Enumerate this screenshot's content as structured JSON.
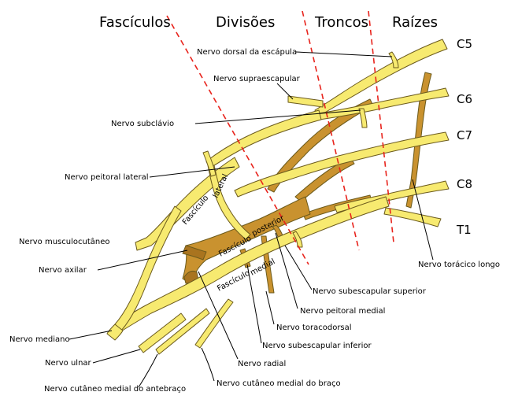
{
  "colors": {
    "nerve_yellow": "#f7ea70",
    "nerve_outline": "#6b5a1c",
    "posterior_brown": "#c9922f",
    "posterior_dark": "#a9741f",
    "divider_red": "#e8231c"
  },
  "headers": {
    "fasciculos": "Fascículos",
    "divisoes": "Divisões",
    "troncos": "Troncos",
    "raizes": "Raízes"
  },
  "roots": [
    "C5",
    "C6",
    "C7",
    "C8",
    "T1"
  ],
  "cord_labels": {
    "lateral_a": "Fascículo",
    "lateral_b": "lateral",
    "posterior_a": "Fascículo",
    "posterior_b": "posterior",
    "medial_a": "Fascículo",
    "medial_b": "medial"
  },
  "labels": {
    "dorsal_escapula": "Nervo dorsal da escápula",
    "supraescapular": "Nervo supraescapular",
    "subclavio": "Nervo subclávio",
    "peitoral_lateral": "Nervo peitoral lateral",
    "musculocutaneo": "Nervo musculocutâneo",
    "axilar": "Nervo axilar",
    "mediano": "Nervo mediano",
    "ulnar": "Nervo ulnar",
    "cutaneo_antebraco": "Nervo cutâneo medial do antebraço",
    "cutaneo_braco": "Nervo cutâneo medial do braço",
    "radial": "Nervo radial",
    "subescapular_inferior": "Nervo subescapular inferior",
    "toracodorsal": "Nervo toracodorsal",
    "peitoral_medial": "Nervo peitoral medial",
    "subescapular_superior": "Nervo subescapular superior",
    "toracico_longo": "Nervo torácico longo"
  }
}
